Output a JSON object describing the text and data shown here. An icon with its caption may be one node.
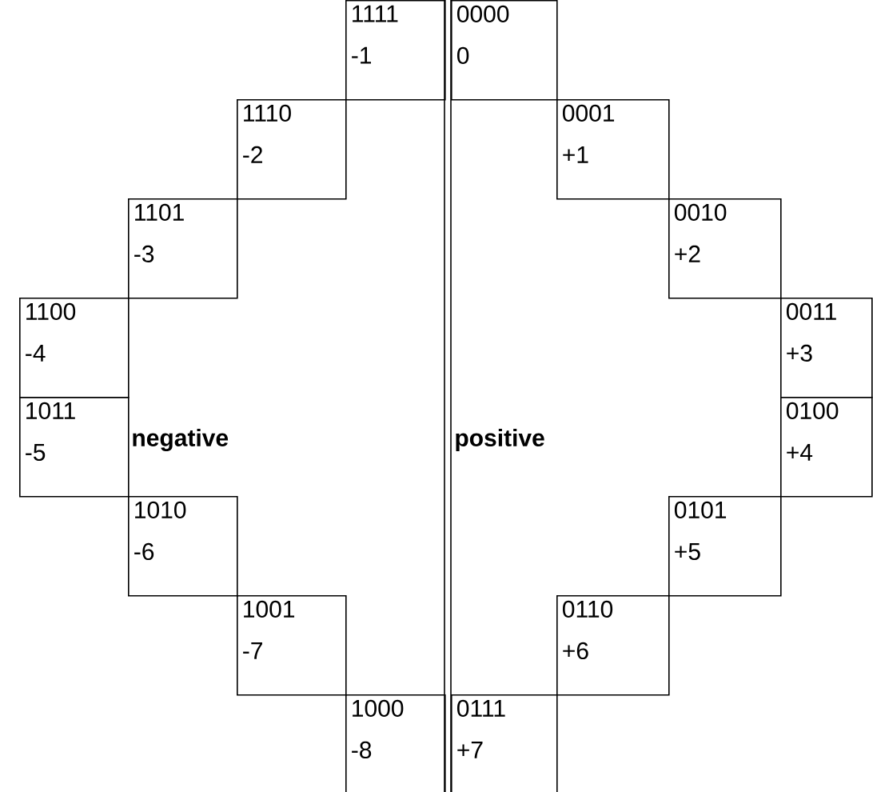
{
  "diagram": {
    "nodes": [
      {
        "text": [
          "1111",
          "-1"
        ]
      },
      {
        "text": [
          "0000",
          "0"
        ]
      },
      {
        "text": [
          "1110",
          "-2"
        ]
      },
      {
        "text": [
          "0001",
          "+1"
        ]
      },
      {
        "text": [
          "1101",
          "-3"
        ]
      },
      {
        "text": [
          "0010",
          "+2"
        ]
      },
      {
        "text": [
          "1100",
          "-4"
        ]
      },
      {
        "text": [
          "0011",
          "+3"
        ]
      },
      {
        "text": [
          "1011",
          "-5"
        ]
      },
      {
        "text": [
          "0100",
          "+4"
        ]
      },
      {
        "text": [
          "1010",
          "-6"
        ]
      },
      {
        "text": [
          "0101",
          "+5"
        ]
      },
      {
        "text": [
          "1001",
          "-7"
        ]
      },
      {
        "text": [
          "0110",
          "+6"
        ]
      },
      {
        "text": [
          "1000",
          "-8"
        ]
      },
      {
        "text": [
          "0111",
          "+7"
        ]
      }
    ],
    "labels": [
      "negative",
      "positive"
    ]
  }
}
